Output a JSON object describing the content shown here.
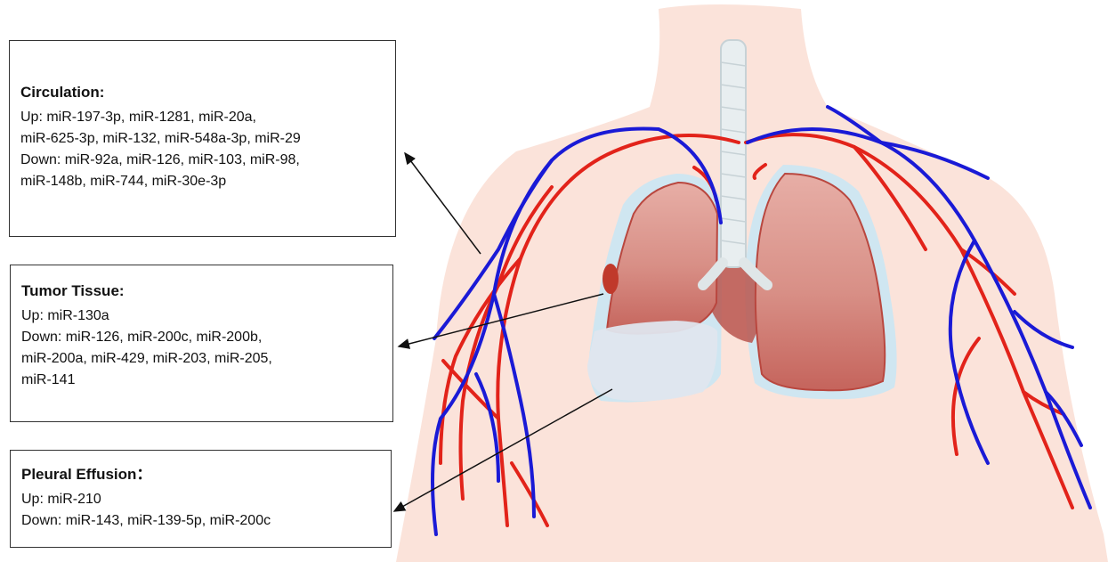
{
  "boxes": {
    "circulation": {
      "title": "Circulation:",
      "lines": [
        "Up: miR-197-3p, miR-1281, miR-20a,",
        "miR-625-3p, miR-132, miR-548a-3p, miR-29",
        "Down: miR-92a, miR-126, miR-103, miR-98,",
        "miR-148b, miR-744, miR-30e-3p"
      ]
    },
    "tumor_tissue": {
      "title": "Tumor Tissue:",
      "lines": [
        "Up: miR-130a",
        "Down: miR-126, miR-200c, miR-200b,",
        "miR-200a, miR-429, miR-203, miR-205,",
        "miR-141"
      ]
    },
    "pleural_effusion": {
      "title": "Pleural Effusion：",
      "lines": [
        "Up: miR-210",
        "Down: miR-143, miR-139-5p, miR-200c"
      ]
    }
  },
  "colors": {
    "skin": "#fbe3da",
    "lung": "#c8635e",
    "lung_light": "#e9b3aa",
    "pleura": "#cfe6f1",
    "effusion": "#dfe6ee",
    "artery": "#e2231a",
    "vein": "#1a1ad6",
    "trachea": "#e8eef0",
    "tumor": "#c0392b"
  }
}
